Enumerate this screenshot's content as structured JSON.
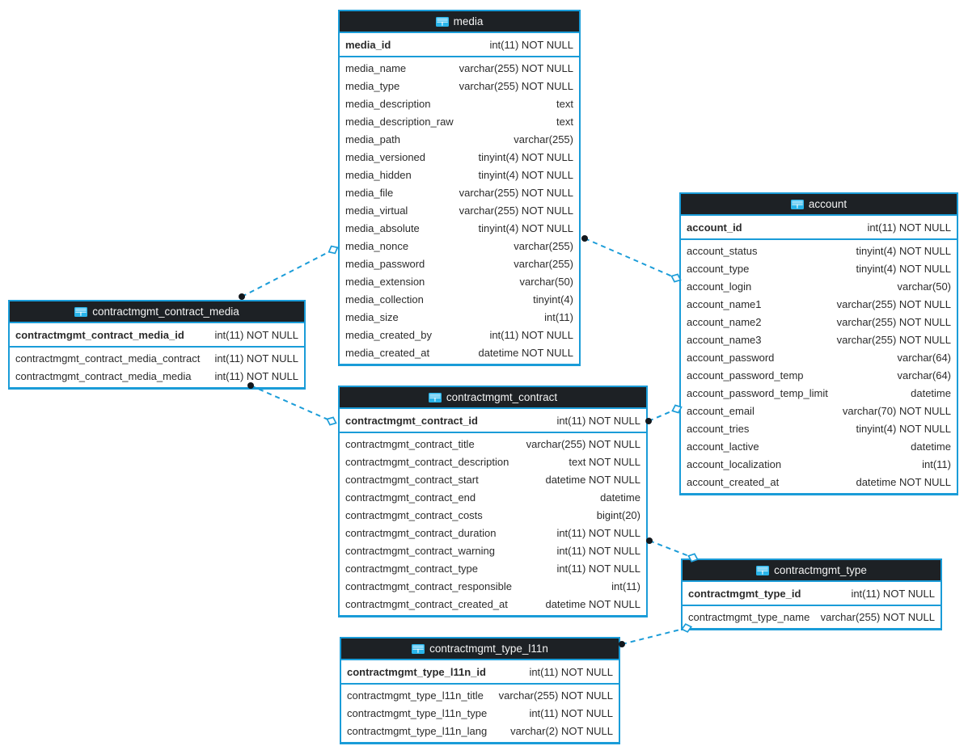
{
  "diagram": {
    "colors": {
      "accent": "#1a9cd8",
      "header_bg": "#1d2125",
      "header_text": "#f4f4f4",
      "row_text": "#2b2b2b",
      "dot": "#12171c",
      "diamond_fill": "#ffffff",
      "icon_blue": "#29b4ea",
      "icon_light": "#8ed9f8",
      "background": "#ffffff"
    },
    "tables": [
      {
        "id": "media",
        "title": "media",
        "pk": [
          {
            "name": "media_id",
            "type": "int(11) NOT NULL"
          }
        ],
        "fields": [
          {
            "name": "media_name",
            "type": "varchar(255) NOT NULL"
          },
          {
            "name": "media_type",
            "type": "varchar(255) NOT NULL"
          },
          {
            "name": "media_description",
            "type": "text"
          },
          {
            "name": "media_description_raw",
            "type": "text"
          },
          {
            "name": "media_path",
            "type": "varchar(255)"
          },
          {
            "name": "media_versioned",
            "type": "tinyint(4) NOT NULL"
          },
          {
            "name": "media_hidden",
            "type": "tinyint(4) NOT NULL"
          },
          {
            "name": "media_file",
            "type": "varchar(255) NOT NULL"
          },
          {
            "name": "media_virtual",
            "type": "varchar(255) NOT NULL"
          },
          {
            "name": "media_absolute",
            "type": "tinyint(4) NOT NULL"
          },
          {
            "name": "media_nonce",
            "type": "varchar(255)"
          },
          {
            "name": "media_password",
            "type": "varchar(255)"
          },
          {
            "name": "media_extension",
            "type": "varchar(50)"
          },
          {
            "name": "media_collection",
            "type": "tinyint(4)"
          },
          {
            "name": "media_size",
            "type": "int(11)"
          },
          {
            "name": "media_created_by",
            "type": "int(11) NOT NULL"
          },
          {
            "name": "media_created_at",
            "type": "datetime NOT NULL"
          }
        ]
      },
      {
        "id": "account",
        "title": "account",
        "pk": [
          {
            "name": "account_id",
            "type": "int(11) NOT NULL"
          }
        ],
        "fields": [
          {
            "name": "account_status",
            "type": "tinyint(4) NOT NULL"
          },
          {
            "name": "account_type",
            "type": "tinyint(4) NOT NULL"
          },
          {
            "name": "account_login",
            "type": "varchar(50)"
          },
          {
            "name": "account_name1",
            "type": "varchar(255) NOT NULL"
          },
          {
            "name": "account_name2",
            "type": "varchar(255) NOT NULL"
          },
          {
            "name": "account_name3",
            "type": "varchar(255) NOT NULL"
          },
          {
            "name": "account_password",
            "type": "varchar(64)"
          },
          {
            "name": "account_password_temp",
            "type": "varchar(64)"
          },
          {
            "name": "account_password_temp_limit",
            "type": "datetime"
          },
          {
            "name": "account_email",
            "type": "varchar(70) NOT NULL"
          },
          {
            "name": "account_tries",
            "type": "tinyint(4) NOT NULL"
          },
          {
            "name": "account_lactive",
            "type": "datetime"
          },
          {
            "name": "account_localization",
            "type": "int(11)"
          },
          {
            "name": "account_created_at",
            "type": "datetime NOT NULL"
          }
        ]
      },
      {
        "id": "ccm",
        "title": "contractmgmt_contract_media",
        "pk": [
          {
            "name": "contractmgmt_contract_media_id",
            "type": "int(11) NOT NULL"
          }
        ],
        "fields": [
          {
            "name": "contractmgmt_contract_media_contract",
            "type": "int(11) NOT NULL"
          },
          {
            "name": "contractmgmt_contract_media_media",
            "type": "int(11) NOT NULL"
          }
        ]
      },
      {
        "id": "cc",
        "title": "contractmgmt_contract",
        "pk": [
          {
            "name": "contractmgmt_contract_id",
            "type": "int(11) NOT NULL"
          }
        ],
        "fields": [
          {
            "name": "contractmgmt_contract_title",
            "type": "varchar(255) NOT NULL"
          },
          {
            "name": "contractmgmt_contract_description",
            "type": "text NOT NULL"
          },
          {
            "name": "contractmgmt_contract_start",
            "type": "datetime NOT NULL"
          },
          {
            "name": "contractmgmt_contract_end",
            "type": "datetime"
          },
          {
            "name": "contractmgmt_contract_costs",
            "type": "bigint(20)"
          },
          {
            "name": "contractmgmt_contract_duration",
            "type": "int(11) NOT NULL"
          },
          {
            "name": "contractmgmt_contract_warning",
            "type": "int(11) NOT NULL"
          },
          {
            "name": "contractmgmt_contract_type",
            "type": "int(11) NOT NULL"
          },
          {
            "name": "contractmgmt_contract_responsible",
            "type": "int(11)"
          },
          {
            "name": "contractmgmt_contract_created_at",
            "type": "datetime NOT NULL"
          }
        ]
      },
      {
        "id": "ct",
        "title": "contractmgmt_type",
        "pk": [
          {
            "name": "contractmgmt_type_id",
            "type": "int(11) NOT NULL"
          }
        ],
        "fields": [
          {
            "name": "contractmgmt_type_name",
            "type": "varchar(255) NOT NULL"
          }
        ]
      },
      {
        "id": "ctl",
        "title": "contractmgmt_type_l11n",
        "pk": [
          {
            "name": "contractmgmt_type_l11n_id",
            "type": "int(11) NOT NULL"
          }
        ],
        "fields": [
          {
            "name": "contractmgmt_type_l11n_title",
            "type": "varchar(255) NOT NULL"
          },
          {
            "name": "contractmgmt_type_l11n_type",
            "type": "int(11) NOT NULL"
          },
          {
            "name": "contractmgmt_type_l11n_lang",
            "type": "varchar(2) NOT NULL"
          }
        ]
      }
    ],
    "relations": [
      {
        "from": "contractmgmt_contract_media",
        "to": "media",
        "dot": [
          299,
          367
        ],
        "diamond": [
          412,
          309
        ]
      },
      {
        "from": "media",
        "to": "account",
        "dot": [
          723,
          295
        ],
        "diamond": [
          836,
          344
        ]
      },
      {
        "from": "contractmgmt_contract_media",
        "to": "contractmgmt_contract",
        "dot": [
          310,
          477
        ],
        "diamond": [
          410,
          521
        ]
      },
      {
        "from": "contractmgmt_contract",
        "to": "account",
        "dot": [
          802,
          521
        ],
        "diamond": [
          837,
          506
        ]
      },
      {
        "from": "contractmgmt_contract",
        "to": "contractmgmt_type",
        "dot": [
          803,
          669
        ],
        "diamond": [
          857,
          690
        ]
      },
      {
        "from": "contractmgmt_type_l11n",
        "to": "contractmgmt_type",
        "dot": [
          769,
          797
        ],
        "diamond": [
          849,
          777
        ]
      }
    ]
  }
}
